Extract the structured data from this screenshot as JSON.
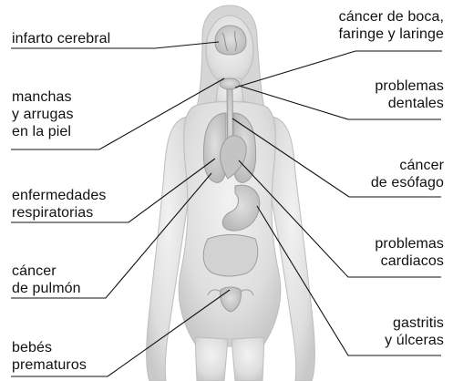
{
  "labels": {
    "infarto": [
      "infarto cerebral"
    ],
    "manchas": [
      "manchas",
      "y arrugas",
      "en la piel"
    ],
    "enfermedades": [
      "enfermedades",
      "respiratorias"
    ],
    "pulmon": [
      "cáncer",
      "de pulmón"
    ],
    "bebes": [
      "bebés",
      "prematuros"
    ],
    "boca": [
      "cáncer de boca,",
      "faringe y laringe"
    ],
    "dentales": [
      "problemas",
      "dentales"
    ],
    "esofago": [
      "cáncer",
      "de esófago"
    ],
    "cardiacos": [
      "problemas",
      "cardiacos"
    ],
    "gastritis": [
      "gastritis",
      "y úlceras"
    ]
  },
  "colors": {
    "text": "#111111",
    "line": "#111111",
    "body": "#e4e4e4",
    "organ": "#cfcfcf"
  }
}
